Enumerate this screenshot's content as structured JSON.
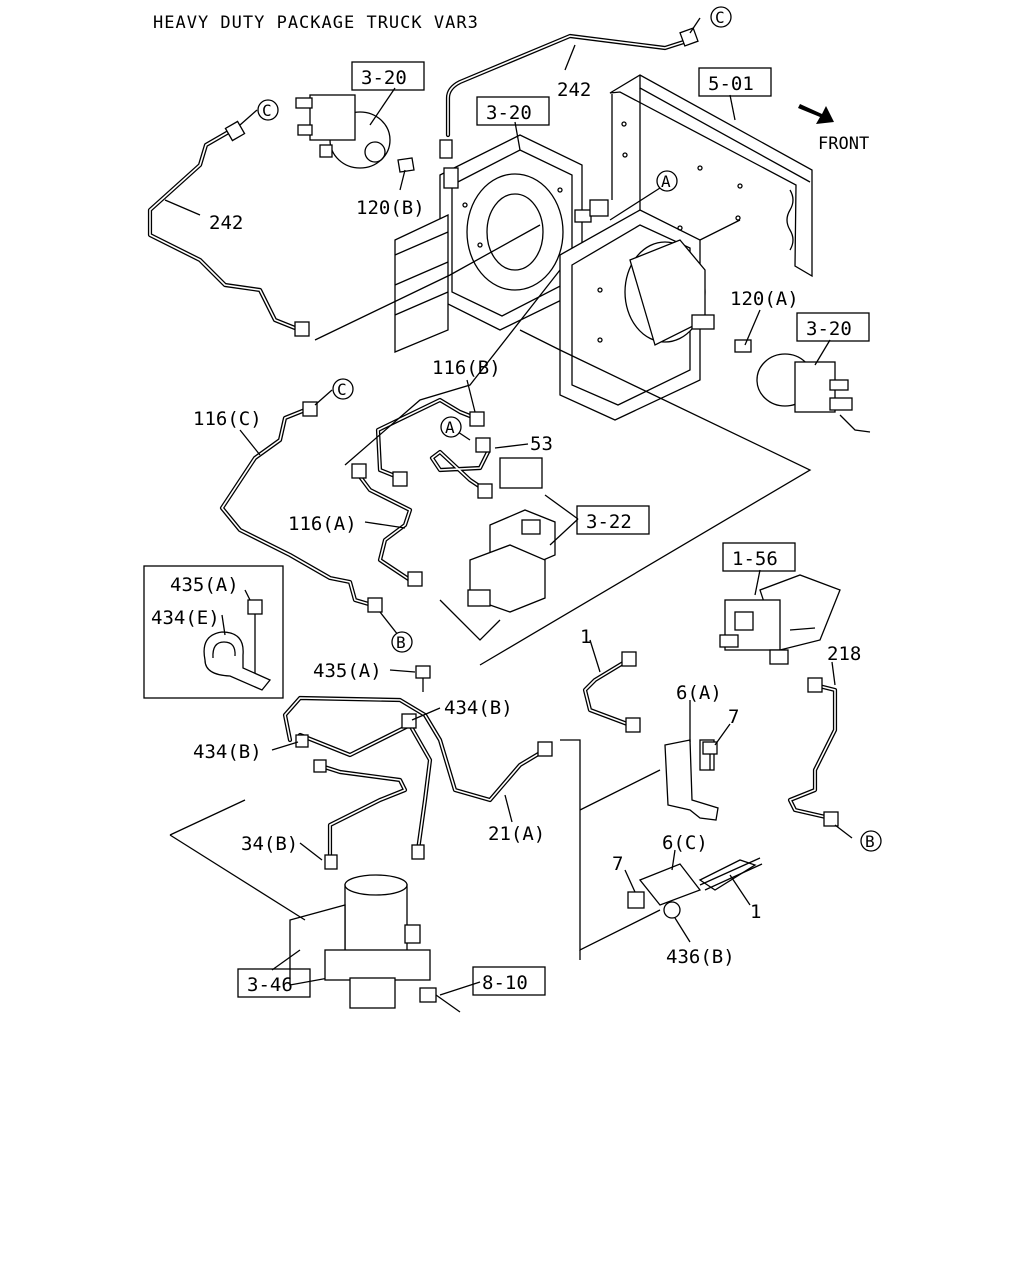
{
  "title": "HEAVY DUTY PACKAGE TRUCK VAR3",
  "front_label": "FRONT",
  "callouts": [
    {
      "id": "c1",
      "text": "242"
    },
    {
      "id": "c2",
      "text": "242"
    },
    {
      "id": "c3",
      "text": "120(B)"
    },
    {
      "id": "c4",
      "text": "120(A)"
    },
    {
      "id": "c5",
      "text": "116(B)"
    },
    {
      "id": "c6",
      "text": "116(C)"
    },
    {
      "id": "c7",
      "text": "116(A)"
    },
    {
      "id": "c8",
      "text": "53"
    },
    {
      "id": "c9",
      "text": "435(A)"
    },
    {
      "id": "c10",
      "text": "434(E)"
    },
    {
      "id": "c11",
      "text": "435(A)"
    },
    {
      "id": "c12",
      "text": "434(B)"
    },
    {
      "id": "c13",
      "text": "434(B)"
    },
    {
      "id": "c14",
      "text": "34(B)"
    },
    {
      "id": "c15",
      "text": "21(A)"
    },
    {
      "id": "c16",
      "text": "1"
    },
    {
      "id": "c17",
      "text": "6(A)"
    },
    {
      "id": "c18",
      "text": "7"
    },
    {
      "id": "c19",
      "text": "218"
    },
    {
      "id": "c20",
      "text": "6(C)"
    },
    {
      "id": "c21",
      "text": "7"
    },
    {
      "id": "c22",
      "text": "1"
    },
    {
      "id": "c23",
      "text": "436(B)"
    }
  ],
  "boxed_refs": [
    {
      "id": "b1",
      "text": "3-20"
    },
    {
      "id": "b2",
      "text": "3-20"
    },
    {
      "id": "b3",
      "text": "5-01"
    },
    {
      "id": "b4",
      "text": "3-20"
    },
    {
      "id": "b5",
      "text": "3-22"
    },
    {
      "id": "b6",
      "text": "1-56"
    },
    {
      "id": "b7",
      "text": "3-46"
    },
    {
      "id": "b8",
      "text": "8-10"
    }
  ],
  "circle_markers": [
    {
      "id": "m1",
      "text": "C"
    },
    {
      "id": "m2",
      "text": "C"
    },
    {
      "id": "m3",
      "text": "C"
    },
    {
      "id": "m4",
      "text": "A"
    },
    {
      "id": "m5",
      "text": "A"
    },
    {
      "id": "m6",
      "text": "B"
    },
    {
      "id": "m7",
      "text": "B"
    }
  ]
}
